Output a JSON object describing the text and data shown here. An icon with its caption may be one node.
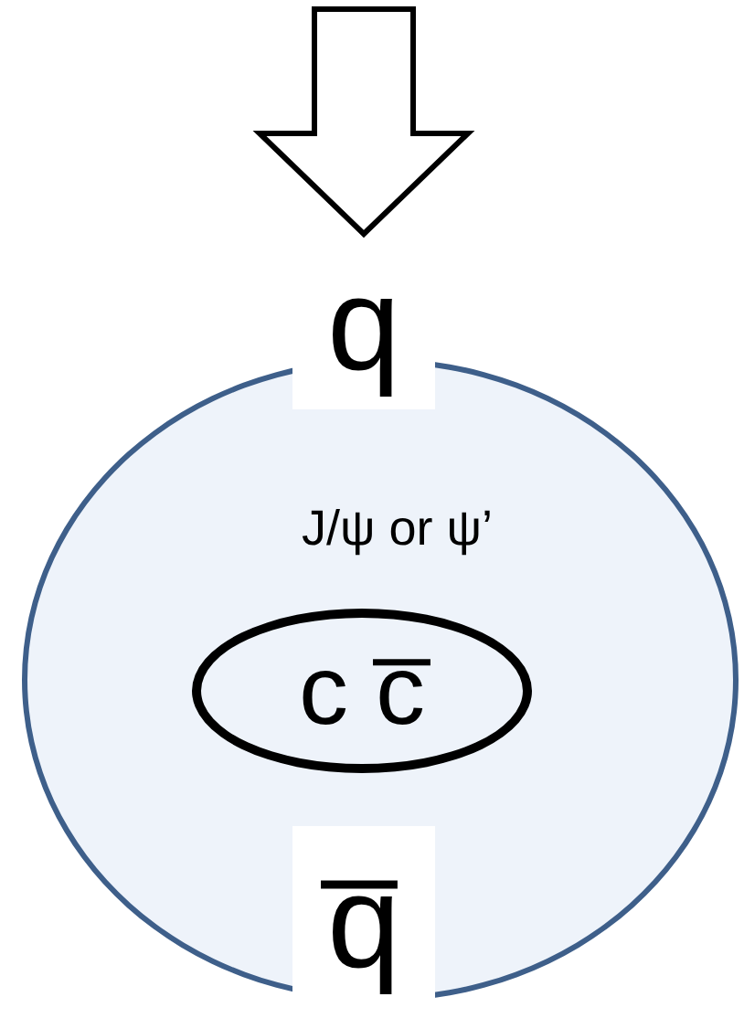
{
  "diagram": {
    "nodes": [
      {
        "text": [
          "J/ψ or ψ’"
        ]
      },
      {
        "text": [
          "c c̅"
        ],
        "in": 0
      },
      {
        "text": [
          "q"
        ]
      },
      {
        "text": [
          "q̅"
        ]
      }
    ],
    "edges": [
      {
        "from": null,
        "to": 2,
        "arrow": "to"
      }
    ]
  }
}
